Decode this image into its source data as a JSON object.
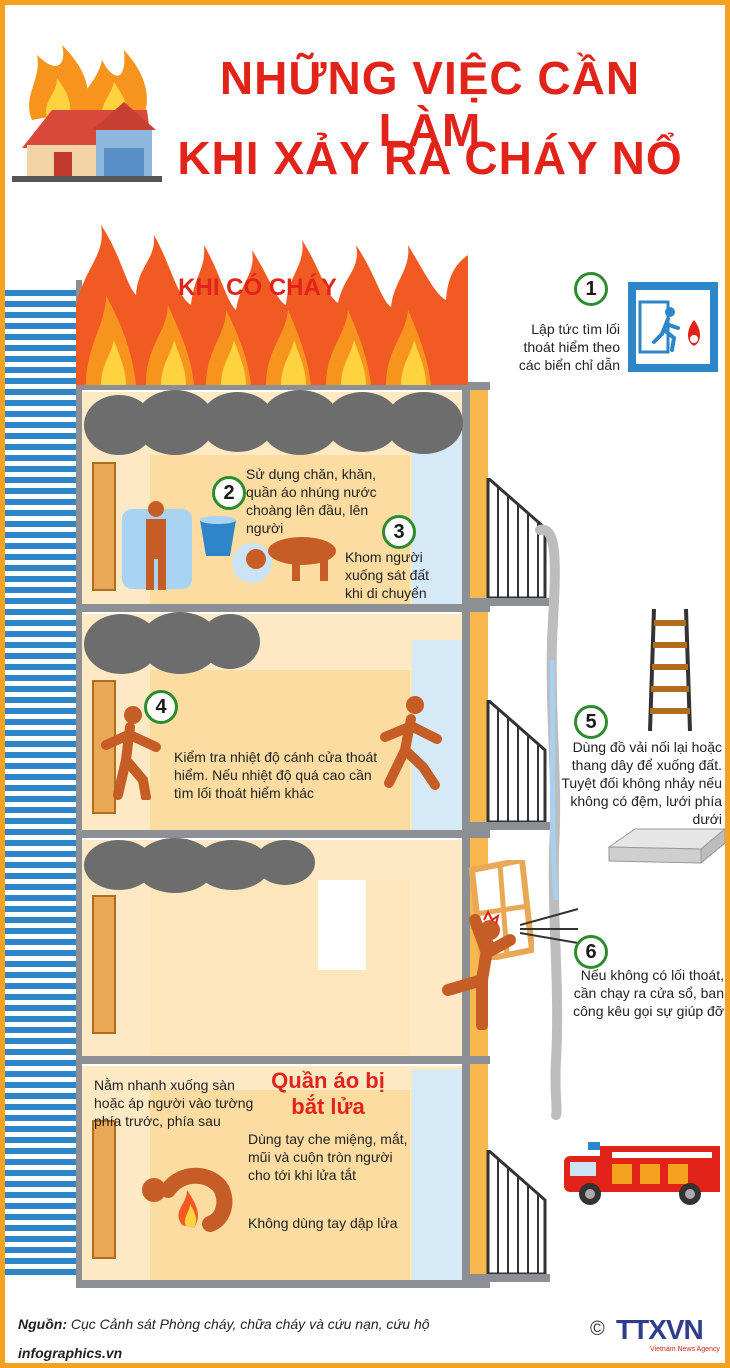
{
  "title": {
    "line1": "NHỮNG VIỆC CẦN LÀM",
    "line2": "KHI XẢY RA CHÁY NỔ"
  },
  "section_fire": "KHI CÓ CHÁY",
  "steps": [
    {
      "num": "1",
      "text": "Lập tức tìm lối thoát hiểm theo các biển chỉ dẫn"
    },
    {
      "num": "2",
      "text": "Sử dụng chăn, khăn, quần áo nhúng nước choàng lên đầu, lên người"
    },
    {
      "num": "3",
      "text": "Khom người xuống sát đất khi di chuyển"
    },
    {
      "num": "4",
      "text": "Kiểm tra nhiệt độ cánh cửa thoát hiểm. Nếu nhiệt độ quá cao cần tìm lối thoát hiểm khác"
    },
    {
      "num": "5",
      "text": "Dùng đồ vải nối lại hoặc thang dây để xuống đất. Tuyệt đối không nhảy nếu không có đệm, lưới phía dưới"
    },
    {
      "num": "6",
      "text": "Nếu không có lối thoát, cần chạy ra cửa sổ, ban công kêu gọi sự giúp đỡ"
    }
  ],
  "clothes_fire": {
    "heading": "Quần áo bị bắt lửa",
    "tip1": "Nằm nhanh xuống sàn hoặc áp người vào tường phía trước, phía sau",
    "tip2": "Dùng tay che miệng, mắt, mũi và cuộn tròn người cho tới khi lửa tắt",
    "tip3": "Không dùng tay dập lửa"
  },
  "source": {
    "label": "Nguồn:",
    "text": "Cục Cảnh sát Phòng cháy, chữa cháy và cứu nạn, cứu hộ"
  },
  "site": "infographics.vn",
  "logo": {
    "copyright": "©",
    "name": "TTXVN",
    "sub": "Vietnam News Agency"
  },
  "colors": {
    "accent": "#e2231a",
    "frame": "#f4a21f",
    "badge": "#2e8b2e",
    "stripe": "#2e86c8"
  }
}
